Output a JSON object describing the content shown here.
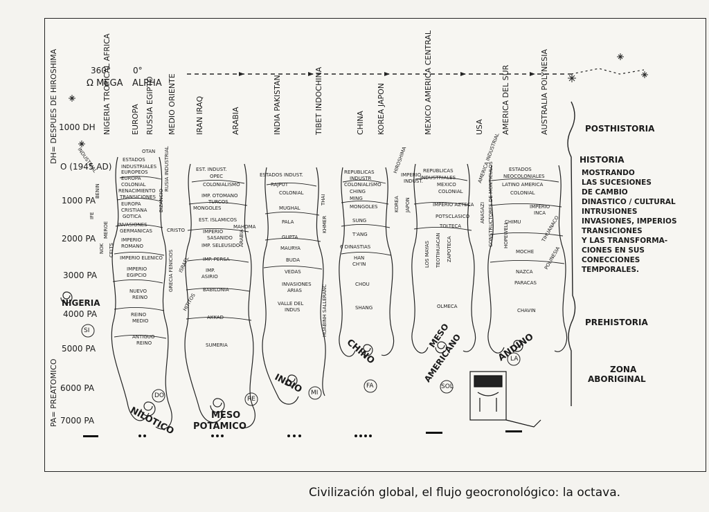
{
  "caption": "Civilización global, el flujo geocronológico: la octava.",
  "header": {
    "deg360": "360°",
    "deg0": "0°",
    "omega": "Ω MEGA",
    "alpha": "ALPHA",
    "top_left_vertical": "DH= DESPUES DE HIROSHIMA",
    "bottom_left_vertical": "PA= PREATOMICO"
  },
  "time_axis": [
    "1000 DH",
    "O (1945 AD)",
    "1000 PA",
    "2000 PA",
    "3000 PA",
    "4000 PA",
    "5000 PA",
    "6000 PA",
    "7000 PA"
  ],
  "regions": [
    "NIGERIA TROPICAL AFRICA",
    "EUROPA",
    "RUSSIA EGIPTO",
    "MEDIO ORIENTE",
    "IRAN IRAQ",
    "ARABIA",
    "INDIA PAKISTAN",
    "TIBET INDOCHINA",
    "CHINA",
    "KOREA JAPON",
    "MEXICO AMERICA CENTRAL",
    "USA",
    "AMERICA DEL SUR",
    "AUSTRALIA POLYNESIA"
  ],
  "stages": {
    "posthistoria": "POSTHISTORIA",
    "historia": "HISTORIA",
    "historia_desc": [
      "MOSTRANDO",
      "LAS SUCESIONES",
      "DE CAMBIO",
      "DINASTICO / CULTURAL",
      "INTRUSIONES",
      "INVASIONES, IMPERIOS",
      "TRANSICIONES",
      "Y LAS TRANSFORMA-",
      "CIONES EN SUS",
      "CONECCIONES",
      "TEMPORALES."
    ],
    "prehistoria": "PREHISTORIA",
    "zona": "ZONA",
    "aboriginal": "ABORIGINAL"
  },
  "streams": {
    "nilotico": [
      "NILOTICO",
      "DO"
    ],
    "meso_potamico": [
      "MESO",
      "POTAMICO",
      "RE"
    ],
    "indio": [
      "INDIO",
      "MI"
    ],
    "chino": [
      "CHINO",
      "FA"
    ],
    "meso_americano": [
      "MESO",
      "AMERICANO",
      "SOL"
    ],
    "andino": [
      "ANDINO",
      "LA"
    ],
    "nigeria_si": [
      "NIGERIA",
      "SI"
    ]
  },
  "labels": {
    "col1": [
      "INDUSTRIAL",
      "OTAN",
      "ESTADOS",
      "INDUSTRIALES",
      "EUROPEOS",
      "EUROPA",
      "COLONIAL",
      "RENACIMIENTO",
      "TRANSICIONES",
      "EUROPA",
      "CRISTIANA",
      "GOTICA",
      "INVASIONES",
      "GERMANICAS",
      "IMPERIO",
      "ROMANO",
      "IMPERIO ELENICO",
      "IMPERIO",
      "EGIPCIO",
      "NUEVO",
      "REINO",
      "REINO",
      "MEDIO",
      "ANTIGUO",
      "REINO",
      "RUSIA INDUSTRIAL",
      "BIZANCIO",
      "CRISTO",
      "GRECIA FENICIOS",
      "ISRAEL",
      "HITITOS",
      "IFE",
      "BENIN",
      "NOK",
      "MEROE",
      "CELTS"
    ],
    "col2": [
      "EST. INDUST.",
      "OPEC",
      "COLONIALISMO",
      "IMP. OTOMANO",
      "TURCOS",
      "MONGOLES",
      "EST. ISLAMICOS",
      "MAHOMA",
      "IMPERIO",
      "SASANIDO",
      "IMP. SELEUSIDO",
      "IMP. PERSA",
      "IMP.",
      "ASIRIO",
      "BABILONIA",
      "AKKAD",
      "SUMERIA",
      "ARABIA"
    ],
    "col3": [
      "ESTADOS INDUST.",
      "RAJPUT",
      "COLONIAL",
      "MUGHAL",
      "PALA",
      "GUPTA",
      "MAURYA",
      "BUDA",
      "VEDAS",
      "INVASIONES",
      "ARIAS",
      "VALLE DEL",
      "INDUS",
      "THAI",
      "KHMER",
      "HOABINH SALLERANC"
    ],
    "col4": [
      "REPUBLICAS",
      "INDUSTR",
      "COLONIALISMO",
      "CHING",
      "MING",
      "MONGOLES",
      "SUNG",
      "T'ANG",
      "6 DINASTIAS",
      "HAN",
      "CH'IN",
      "CHOU",
      "SHANG",
      "HIROSHIMA",
      "IMPERIO",
      "INDUST.",
      "KOREA",
      "JAPON"
    ],
    "col5": [
      "REPUBLICAS",
      "INDUSTRIALES",
      "MEXICO",
      "COLONIAL",
      "IMPERIO AZTECA",
      "POTSCLASICO",
      "TOLTECA",
      "LOS MAYAS",
      "TEOTIHUACAN",
      "ZAPOTECA",
      "OLMECA",
      "AMERICA INDUSTRIAL",
      "ANASAZI",
      "CONSTRUCTORES DE MONTICULOS",
      "HOPEWELL"
    ],
    "col6": [
      "ESTADOS",
      "NEOCOLONIALES",
      "LATINO AMERICA",
      "COLONIAL",
      "IMPERIO",
      "INCA",
      "CHIMU",
      "MOCHE",
      "TIHUANACO",
      "NAZCA",
      "PARACAS",
      "CHAVIN",
      "POLINESIA"
    ]
  }
}
